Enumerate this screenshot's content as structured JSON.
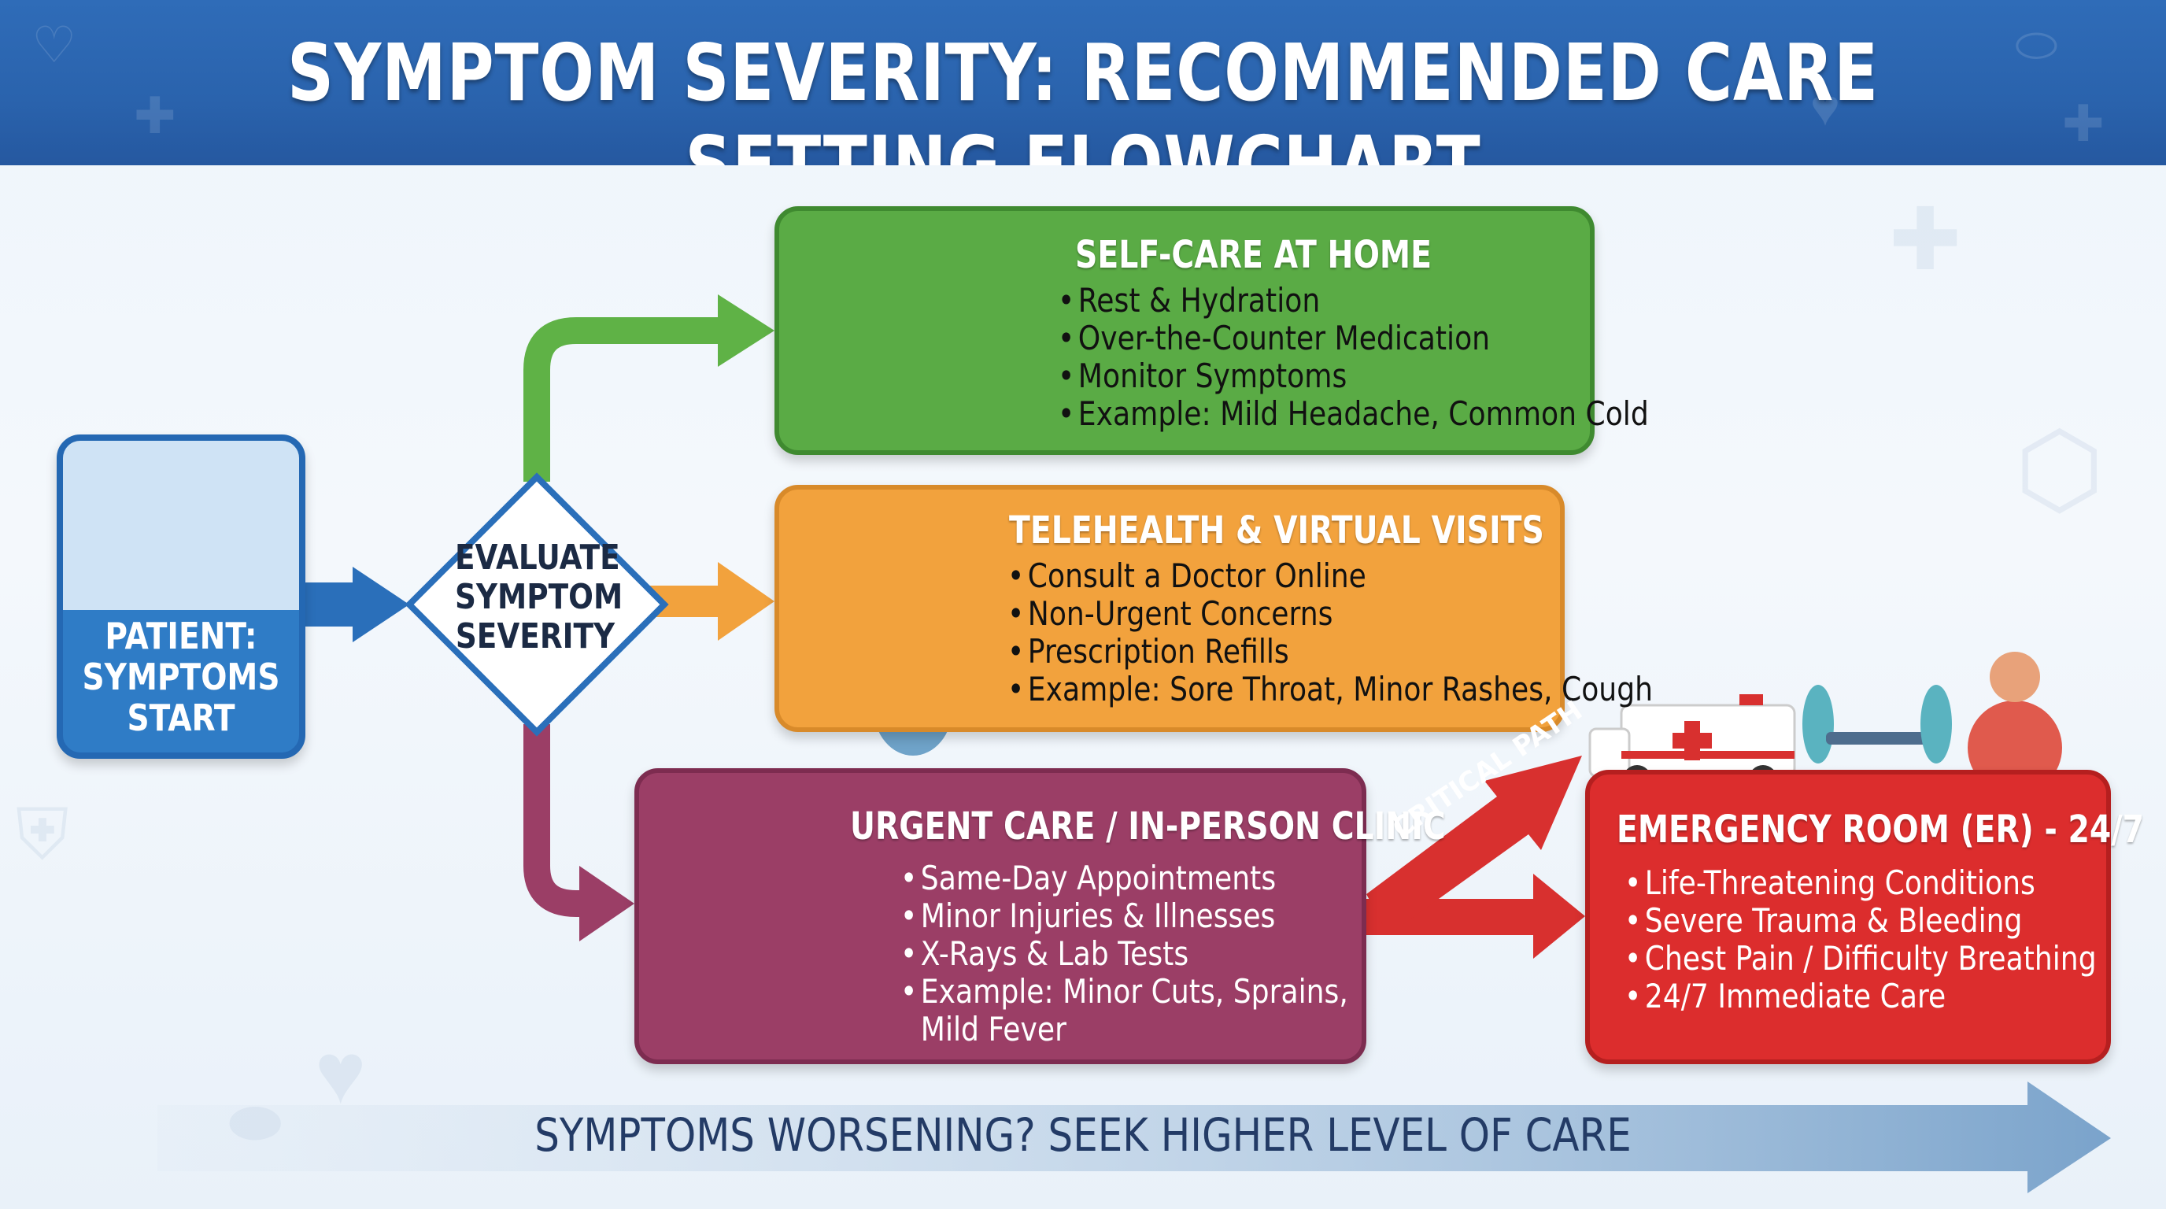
{
  "title": "SYMPTOM SEVERITY: RECOMMENDED CARE SETTING FLOWCHART",
  "patient": {
    "lines": [
      "PATIENT:",
      "SYMPTOMS",
      "START"
    ]
  },
  "decision": {
    "lines": [
      "EVALUATE",
      "SYMPTOM",
      "SEVERITY"
    ]
  },
  "self_care": {
    "title": "SELF-CARE AT HOME",
    "items": [
      "Rest & Hydration",
      "Over-the-Counter Medication",
      "Monitor Symptoms",
      "Example: Mild Headache, Common Cold"
    ]
  },
  "telehealth": {
    "title": "TELEHEALTH & VIRTUAL VISITS",
    "items": [
      "Consult a Doctor Online",
      "Non-Urgent Concerns",
      "Prescription Refills",
      "Example: Sore Throat, Minor Rashes, Cough"
    ]
  },
  "urgent_care": {
    "title": "URGENT CARE / IN-PERSON CLINIC",
    "items": [
      "Same-Day Appointments",
      "Minor Injuries & Illnesses",
      "X-Rays & Lab Tests",
      "Example: Minor Cuts, Sprains,",
      "Mild Fever"
    ]
  },
  "critical_path": "CRITICAL PATH",
  "emergency": {
    "title": "EMERGENCY ROOM (ER) - 24/7",
    "items": [
      "Life-Threatening Conditions",
      "Severe Trauma & Bleeding",
      "Chest Pain / Difficulty Breathing",
      "24/7 Immediate Care"
    ]
  },
  "footer": "SYMPTOMS WORSENING? SEEK HIGHER LEVEL OF CARE",
  "colors": {
    "header": "#2f6cb8",
    "patient": "#2f7cc6",
    "self_care": "#5aab45",
    "telehealth": "#f2a23d",
    "urgent_care": "#9b3e66",
    "emergency": "#dc2d2d"
  }
}
